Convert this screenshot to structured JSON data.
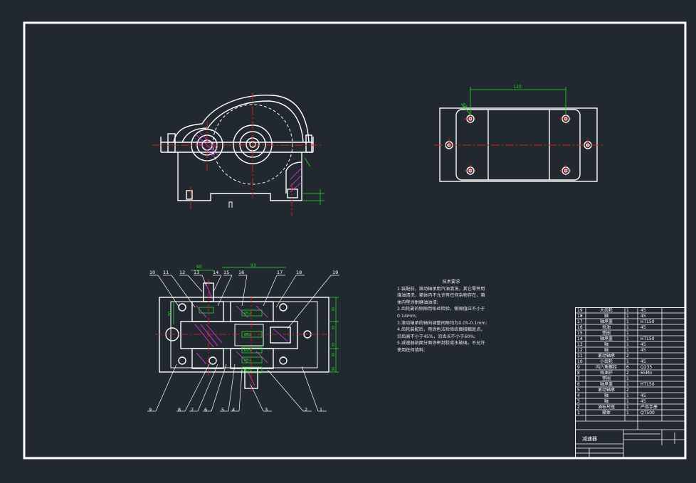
{
  "drawing": {
    "title_block_name": "减速器"
  },
  "colors": {
    "background": "#212830",
    "outline": "#ffffff",
    "centerline": "#e02020",
    "dimension": "#22dd22",
    "hatch": "#ff30ff",
    "label_box": "#e8e8e8"
  },
  "dimensions": {
    "top_span": "120",
    "top_radius": "R8",
    "d_60": "60",
    "d_93": "93",
    "d_sec_1": "Ø52",
    "d_sec_2": "Ø52",
    "d_sec_3": "Ø25",
    "d_sec_4": "Ø52",
    "d_sec_5": "Ø25",
    "d_left": "80",
    "d_r1": "30",
    "d_r2": "35",
    "d_r3": "35",
    "d_r4": "30",
    "d_r5": "30"
  },
  "balloons_top": [
    "10",
    "11",
    "12",
    "13",
    "14",
    "15",
    "16",
    "17",
    "18",
    "19"
  ],
  "balloons_bottom": [
    "9",
    "8",
    "7",
    "6",
    "5",
    "4",
    "3",
    "2",
    "1"
  ],
  "tech_requirements": {
    "title": "技术要求",
    "lines": [
      "1.装配前，滚动轴承用汽油清洗，其它零件用",
      "煤油清洗，箱体内不允许有任何杂物存在，箱",
      "体内壁涂耐磨油油漆;",
      "2.齿轮副的侧隙用铅丝检验，侧隙值应不小于",
      "0.14mm;",
      "3.滚动轴承的轴向调整间隙均为0.05-0.1mm;",
      "4.齿轮装配后，用涂色法检验齿面接触斑点，",
      "沿齿高不小于45%，沿齿长不小于60%;",
      "5.减速器剖面分面涂密封胶或水玻璃，不允许",
      "使用任何填料;"
    ]
  },
  "bom": [
    {
      "no": "19",
      "name": "大齿轮",
      "qty": "1",
      "mat": "45"
    },
    {
      "no": "18",
      "name": "轴",
      "qty": "1",
      "mat": "45"
    },
    {
      "no": "17",
      "name": "轴承盖",
      "qty": "1",
      "mat": "HT150"
    },
    {
      "no": "16",
      "name": "挡油",
      "qty": "1",
      "mat": "45"
    },
    {
      "no": "15",
      "name": "垫圈",
      "qty": "1",
      "mat": ""
    },
    {
      "no": "14",
      "name": "轴承盖",
      "qty": "1",
      "mat": "HT150"
    },
    {
      "no": "13",
      "name": "轴",
      "qty": "1",
      "mat": "45"
    },
    {
      "no": "12",
      "name": "轴",
      "qty": "1",
      "mat": "45"
    },
    {
      "no": "11",
      "name": "滚动轴承",
      "qty": "2",
      "mat": ""
    },
    {
      "no": "10",
      "name": "小齿轮",
      "qty": "1",
      "mat": "45"
    },
    {
      "no": "9",
      "name": "内六角螺栓",
      "qty": "6",
      "mat": "Q235"
    },
    {
      "no": "8",
      "name": "挡油环",
      "qty": "2",
      "mat": "65Mn"
    },
    {
      "no": "7",
      "name": "垫圈",
      "qty": "1",
      "mat": ""
    },
    {
      "no": "6",
      "name": "轴承盖",
      "qty": "1",
      "mat": "HT150"
    },
    {
      "no": "5",
      "name": "滚动轴承",
      "qty": "2",
      "mat": ""
    },
    {
      "no": "4",
      "name": "轴",
      "qty": "1",
      "mat": "45"
    },
    {
      "no": "3",
      "name": "轴",
      "qty": "1",
      "mat": "45"
    },
    {
      "no": "2",
      "name": "油标尺座",
      "qty": "1",
      "mat": "产品手册"
    },
    {
      "no": "1",
      "name": "箱体",
      "qty": "1",
      "mat": "QT500"
    }
  ]
}
